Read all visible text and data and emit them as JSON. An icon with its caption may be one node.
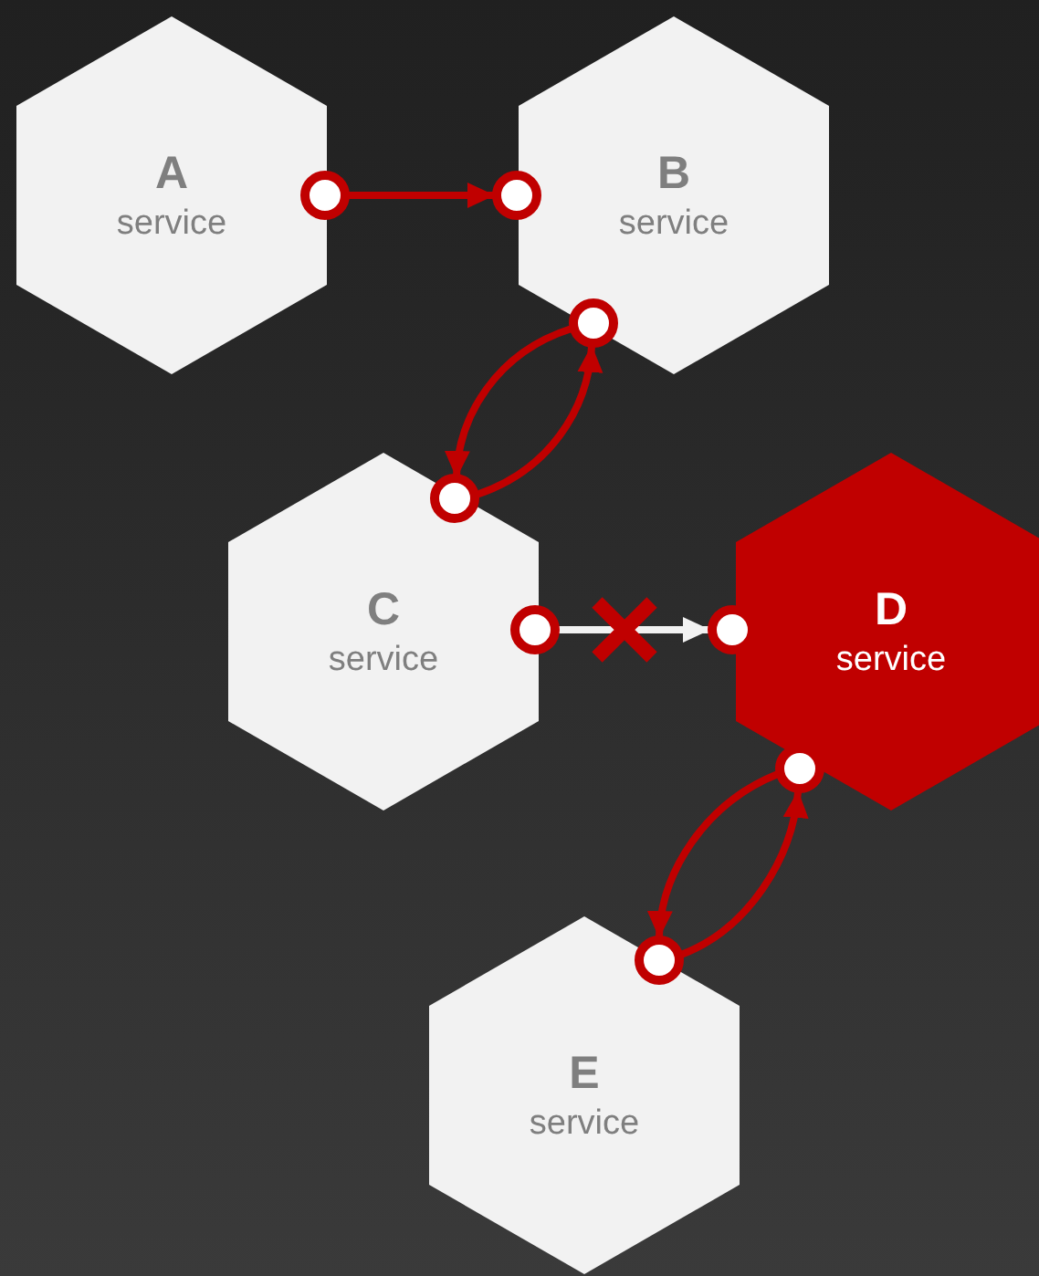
{
  "diagram": {
    "nodes": [
      {
        "text": [
          "A",
          "service"
        ]
      },
      {
        "text": [
          "B",
          "service"
        ]
      },
      {
        "text": [
          "C",
          "service"
        ]
      },
      {
        "text": [
          "D",
          "service"
        ]
      },
      {
        "text": [
          "E",
          "service"
        ]
      }
    ],
    "edges": [
      {
        "from": 0,
        "to": 1,
        "arrow": "to"
      },
      {
        "from": 1,
        "to": 2,
        "arrow": "to"
      },
      {
        "from": 2,
        "to": 1,
        "arrow": "to"
      },
      {
        "from": 2,
        "to": 3,
        "arrow": "to",
        "color": "#f2f2f2"
      },
      {
        "from": 3,
        "to": 4,
        "arrow": "to"
      },
      {
        "from": 4,
        "to": 3,
        "arrow": "to"
      }
    ]
  }
}
